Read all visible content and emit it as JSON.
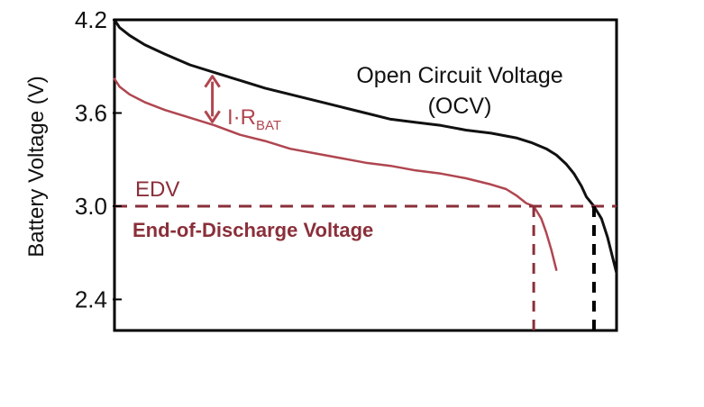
{
  "chart_data": {
    "type": "line",
    "ylabel": "Battery Voltage (V)",
    "xlabel": "",
    "ylim": [
      2.2,
      4.2
    ],
    "yticks": [
      4.2,
      3.6,
      3.0,
      2.4
    ],
    "ytick_labels": [
      "4.2",
      "3.6",
      "3.0",
      "2.4"
    ],
    "x_axis_ticks": "none",
    "grid": false,
    "legend": "none",
    "series": [
      {
        "name": "Open Circuit Voltage (OCV)",
        "color": "#111111",
        "x": [
          0,
          1,
          3,
          6,
          10,
          15,
          20,
          25,
          30,
          35,
          40,
          45,
          50,
          55,
          60,
          65,
          70,
          75,
          80,
          83,
          86,
          88,
          90,
          91.5,
          93,
          94,
          95.5,
          97,
          98.2,
          99.3,
          100
        ],
        "y": [
          4.2,
          4.15,
          4.1,
          4.04,
          3.98,
          3.91,
          3.86,
          3.81,
          3.76,
          3.72,
          3.68,
          3.64,
          3.6,
          3.56,
          3.54,
          3.52,
          3.49,
          3.47,
          3.44,
          3.41,
          3.37,
          3.33,
          3.27,
          3.21,
          3.13,
          3.06,
          3.0,
          2.92,
          2.8,
          2.66,
          2.57
        ]
      },
      {
        "name": "I·RBAT",
        "color": "#b04650",
        "x": [
          0,
          1,
          3,
          6,
          10,
          15,
          20,
          25,
          30,
          35,
          40,
          45,
          50,
          55,
          60,
          65,
          70,
          75,
          78,
          80,
          82,
          83.5,
          85,
          86,
          87,
          88
        ],
        "y": [
          3.82,
          3.77,
          3.72,
          3.67,
          3.62,
          3.57,
          3.52,
          3.46,
          3.42,
          3.37,
          3.34,
          3.31,
          3.28,
          3.26,
          3.23,
          3.21,
          3.18,
          3.14,
          3.11,
          3.07,
          3.02,
          3.0,
          2.92,
          2.83,
          2.72,
          2.59
        ]
      }
    ],
    "edv_voltage": 3.0,
    "edv_intersections": [
      {
        "series": "I·RBAT",
        "x": 83.5
      },
      {
        "series": "Open Circuit Voltage (OCV)",
        "x": 95.5
      }
    ],
    "ir_arrow": {
      "x": 19.5,
      "y_top": 3.86,
      "y_bottom": 3.52
    },
    "annotations": {
      "ocv_line1": "Open Circuit Voltage",
      "ocv_line2": "(OCV)",
      "ir_main": "I·R",
      "ir_sub": "BAT",
      "edv_short": "EDV",
      "edv_long": "End-of-Discharge Voltage"
    },
    "colors": {
      "ocv": "#111111",
      "battery": "#b04650",
      "edv": "#8a2f3a",
      "axis": "#000000"
    }
  }
}
